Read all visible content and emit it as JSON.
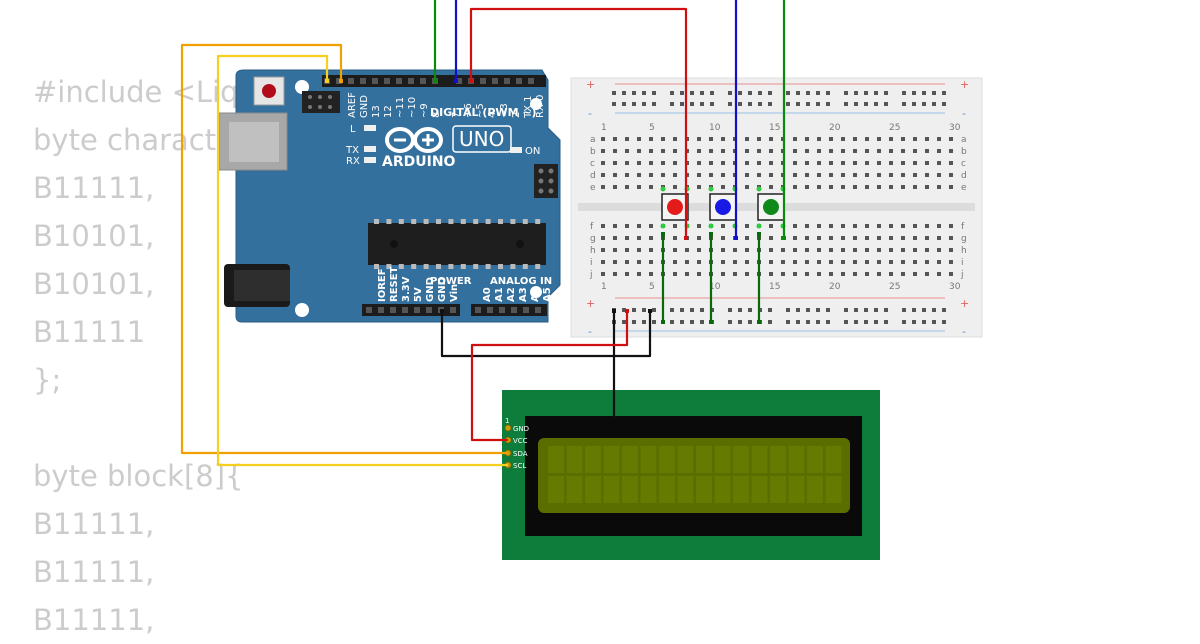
{
  "code_lines": [
    "#include <LiquidCrystal_I2C.h>",
    "byte character[8]{",
    "B11111,",
    "B10101,",
    "B10101,",
    "B11111",
    "};",
    "",
    "byte block[8]{",
    "B11111,",
    "B11111,",
    "B11111,"
  ],
  "arduino": {
    "logo": "ARDUINO",
    "model": "UNO",
    "on_label": "ON",
    "l_label": "L",
    "tx_label": "TX",
    "rx_label": "RX",
    "digital_label": "DIGITAL (PWM ~)",
    "power_label": "POWER",
    "analog_label": "ANALOG IN",
    "digital_pins": [
      "AREF",
      "GND",
      "13",
      "12",
      "~11",
      "~10",
      "~9",
      "8",
      "7",
      "~6",
      "~5",
      "4",
      "~3",
      "2",
      "TX 1",
      "RX 0"
    ],
    "power_pins": [
      "IOREF",
      "RESET",
      "3.3V",
      "5V",
      "GND",
      "GND",
      "Vin"
    ],
    "analog_pins": [
      "A0",
      "A1",
      "A2",
      "A3",
      "A4",
      "A5"
    ]
  },
  "breadboard": {
    "col_numbers": [
      "1",
      "5",
      "10",
      "15",
      "20",
      "25",
      "30"
    ],
    "rows_top": [
      "a",
      "b",
      "c",
      "d",
      "e"
    ],
    "rows_bottom": [
      "f",
      "g",
      "h",
      "i",
      "j"
    ],
    "plus": "+",
    "minus": "-"
  },
  "buttons": [
    {
      "color": "#e31b1b",
      "wire": "#d01010"
    },
    {
      "color": "#1a1ae6",
      "wire": "#1010c8"
    },
    {
      "color": "#0f8a1a",
      "wire": "#0a8a0a"
    }
  ],
  "lcd": {
    "pin_number": "1",
    "pins": [
      "GND",
      "VCC",
      "SDA",
      "SCL"
    ],
    "screen_color": "#5a6e00"
  },
  "colors": {
    "arduino_blue": "#34709e",
    "lcd_green": "#0e7d3c",
    "wire_yellow": "#f5d020",
    "wire_orange": "#f0a000",
    "wire_red": "#d01010",
    "wire_black": "#111111",
    "wire_green": "#0a8a0a",
    "wire_blue": "#1010c8"
  }
}
